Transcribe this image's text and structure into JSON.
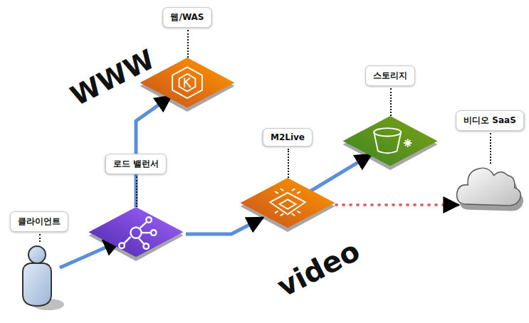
{
  "diagram": {
    "nodes": [
      {
        "text": [
          "클라이언트"
        ]
      },
      {
        "text": [
          "로드 밸런서"
        ]
      },
      {
        "text": [
          "웹/WAS"
        ]
      },
      {
        "text": [
          "M2Live"
        ]
      },
      {
        "text": [
          "스토리지"
        ]
      },
      {
        "text": [
          "비디오 SaaS"
        ]
      }
    ],
    "edges": [
      {
        "from": 0,
        "to": 1,
        "arrow": "to"
      },
      {
        "from": 1,
        "to": 2,
        "arrow": "to"
      },
      {
        "from": 1,
        "to": 3,
        "arrow": "to"
      },
      {
        "from": 3,
        "to": 4,
        "arrow": "to"
      },
      {
        "from": 3,
        "to": 5,
        "arrow": "to"
      }
    ],
    "labels": [
      "WWW",
      "video"
    ]
  }
}
